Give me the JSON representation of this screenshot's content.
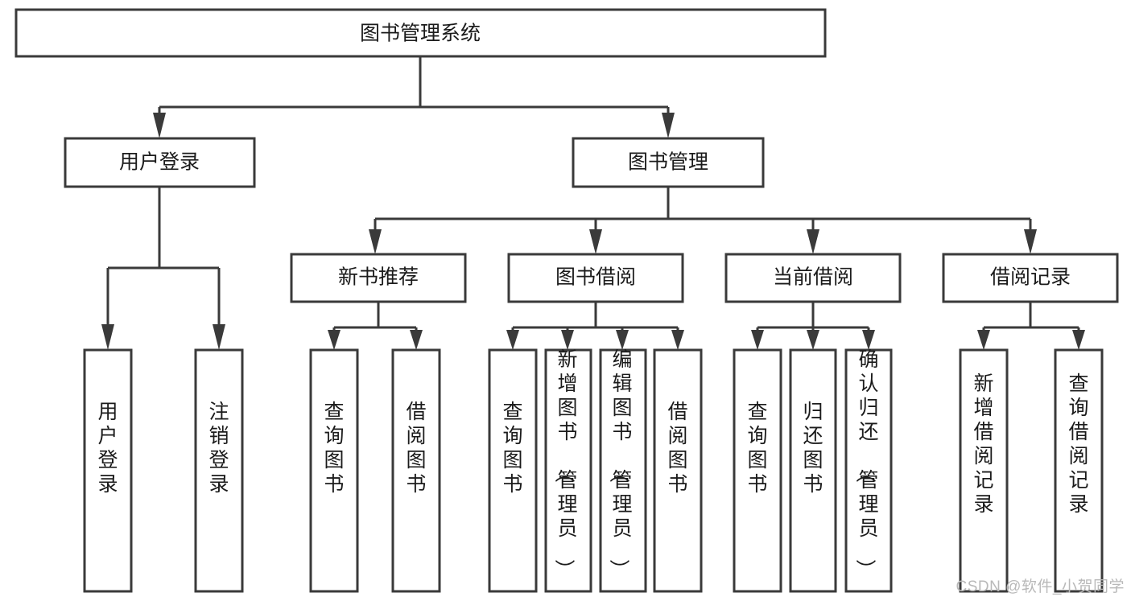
{
  "diagram": {
    "title": "图书管理系统",
    "type": "tree",
    "watermark": "CSDN @软件_小贺同学",
    "colors": {
      "box_stroke": "#3a3a3a",
      "box_fill": "#ffffff",
      "text": "#1b1b1b",
      "connector": "#3a3a3a",
      "watermark": "#b9b9b9",
      "background": "#ffffff"
    },
    "levels": {
      "root": {
        "label": "图书管理系统"
      },
      "level2": [
        {
          "label": "用户登录"
        },
        {
          "label": "图书管理"
        }
      ],
      "level3": [
        {
          "label": "新书推荐"
        },
        {
          "label": "图书借阅"
        },
        {
          "label": "当前借阅"
        },
        {
          "label": "借阅记录"
        }
      ]
    },
    "nodes": {
      "root": "图书管理系统",
      "user_login": "用户登录",
      "book_manage": "图书管理",
      "new_book_rec": "新书推荐",
      "book_borrow": "图书借阅",
      "current_borrow": "当前借阅",
      "borrow_record": "借阅记录",
      "leaf_user_login": "用户登录",
      "leaf_user_logout": "注销登录",
      "leaf_query_book_1": "查询图书",
      "leaf_borrow_book_1": "借阅图书",
      "leaf_query_book_2": "查询图书",
      "leaf_add_book": "新增图书（管理员）",
      "leaf_edit_book": "编辑图书（管理员）",
      "leaf_borrow_book_2": "借阅图书",
      "leaf_query_book_3": "查询图书",
      "leaf_return_book": "归还图书",
      "leaf_confirm_return": "确认归还（管理员）",
      "leaf_add_record": "新增借阅记录",
      "leaf_query_record": "查询借阅记录"
    },
    "edges": [
      {
        "from": "图书管理系统",
        "to": "用户登录"
      },
      {
        "from": "图书管理系统",
        "to": "图书管理"
      },
      {
        "from": "用户登录",
        "to": "用户登录"
      },
      {
        "from": "用户登录",
        "to": "注销登录"
      },
      {
        "from": "图书管理",
        "to": "新书推荐"
      },
      {
        "from": "图书管理",
        "to": "图书借阅"
      },
      {
        "from": "图书管理",
        "to": "当前借阅"
      },
      {
        "from": "图书管理",
        "to": "借阅记录"
      },
      {
        "from": "新书推荐",
        "to": "查询图书"
      },
      {
        "from": "新书推荐",
        "to": "借阅图书"
      },
      {
        "from": "图书借阅",
        "to": "查询图书"
      },
      {
        "from": "图书借阅",
        "to": "新增图书（管理员）"
      },
      {
        "from": "图书借阅",
        "to": "编辑图书（管理员）"
      },
      {
        "from": "图书借阅",
        "to": "借阅图书"
      },
      {
        "from": "当前借阅",
        "to": "查询图书"
      },
      {
        "from": "当前借阅",
        "to": "归还图书"
      },
      {
        "from": "当前借阅",
        "to": "确认归还（管理员）"
      },
      {
        "from": "借阅记录",
        "to": "新增借阅记录"
      },
      {
        "from": "借阅记录",
        "to": "查询借阅记录"
      }
    ]
  }
}
